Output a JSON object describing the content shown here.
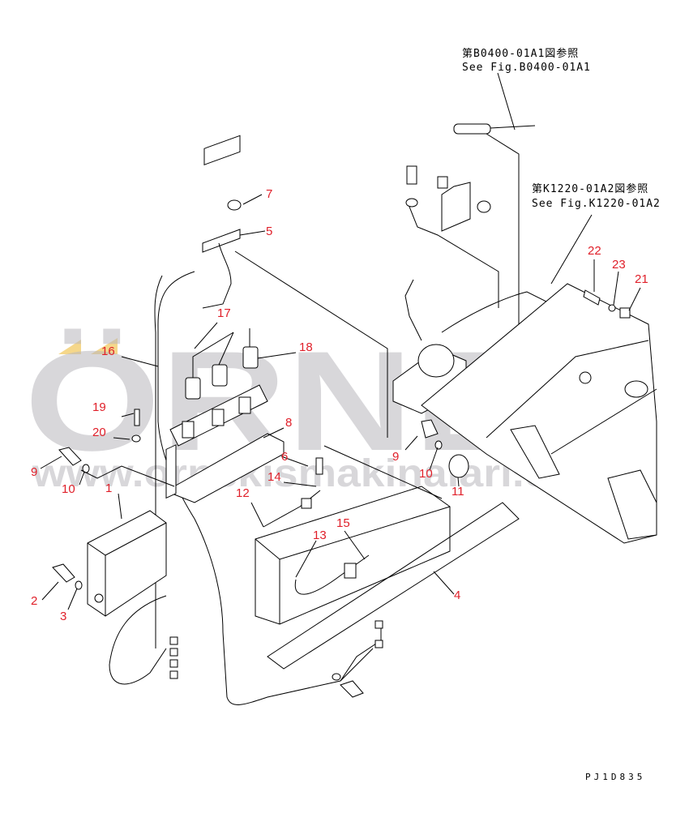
{
  "references": [
    {
      "jp": "第B0400-01A1図参照",
      "en": "See Fig.B0400-01A1"
    },
    {
      "jp": "第K1220-01A2図参照",
      "en": "See Fig.K1220-01A2"
    }
  ],
  "callouts": [
    "1",
    "2",
    "3",
    "4",
    "5",
    "6",
    "7",
    "8",
    "9",
    "9",
    "10",
    "10",
    "11",
    "12",
    "13",
    "14",
    "15",
    "16",
    "17",
    "18",
    "19",
    "20",
    "21",
    "22",
    "23"
  ],
  "drawing_code": "PJ1D835",
  "watermark": {
    "logo": "ÖRNEK",
    "url": "www.ornekismakinalari.com.tr"
  },
  "colors": {
    "callout": "#e0202a",
    "watermark": "#b9b7bd",
    "watermark_accent": "#f5d78a"
  }
}
